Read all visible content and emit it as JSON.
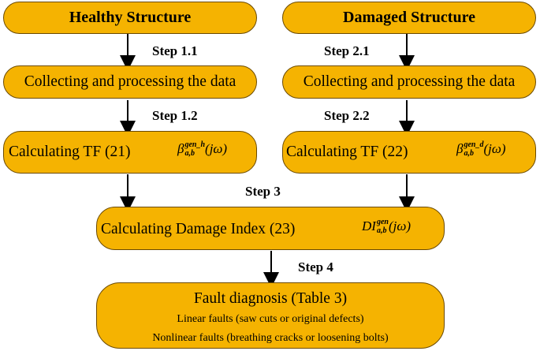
{
  "boxes": {
    "healthy": "Healthy Structure",
    "damaged": "Damaged Structure",
    "collect_left": "Collecting and processing the data",
    "collect_right": "Collecting and processing the data",
    "tf_left": "Calculating TF (21)",
    "tf_right": "Calculating TF (22)",
    "damage_index": "Calculating Damage Index (23)",
    "fault_title": "Fault diagnosis (Table 3)",
    "fault_linear": "Linear faults (saw cuts or original defects)",
    "fault_nonlinear": "Nonlinear faults (breathing cracks or loosening bolts)"
  },
  "formulas": {
    "beta_h": {
      "base": "β",
      "sup": "gen_h",
      "sub": "a,b",
      "arg": "(jω)"
    },
    "beta_d": {
      "base": "β",
      "sup": "gen_d",
      "sub": "a,b",
      "arg": "(jω)"
    },
    "di": {
      "base": "DI",
      "sup": "gen",
      "sub": "a,b",
      "arg": "(jω)"
    }
  },
  "steps": {
    "s11": "Step 1.1",
    "s21": "Step 2.1",
    "s12": "Step 1.2",
    "s22": "Step 2.2",
    "s3": "Step 3",
    "s4": "Step 4"
  },
  "colors": {
    "box_fill": "#f5b301",
    "box_border": "#6b4a00",
    "arrow": "#000000"
  }
}
